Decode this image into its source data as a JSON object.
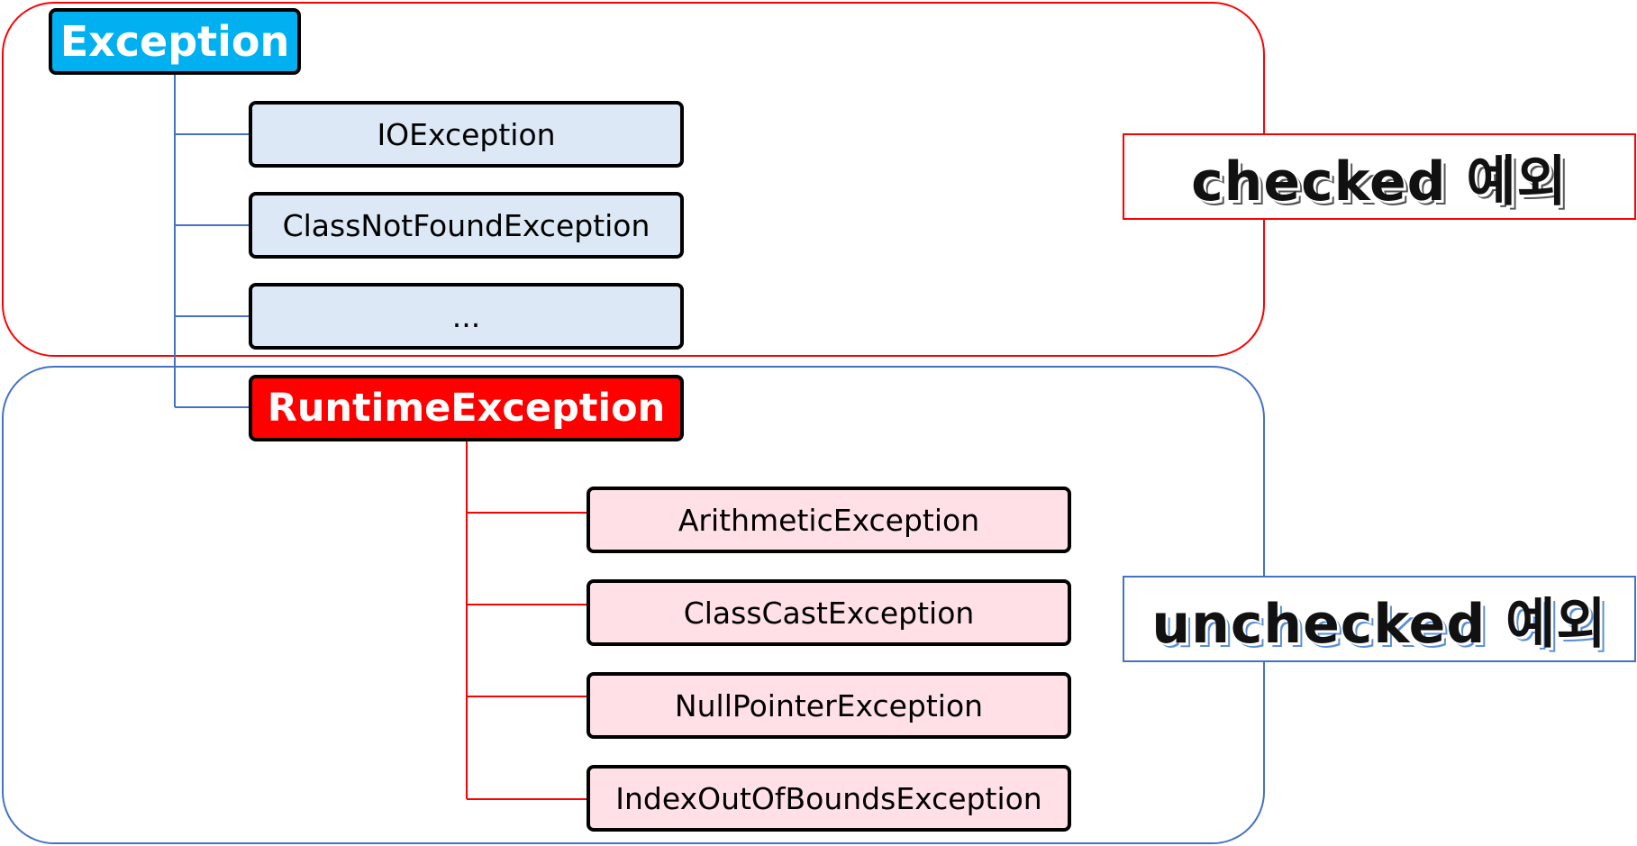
{
  "colors": {
    "checked_accent": "#ff0000",
    "unchecked_accent": "#4472c4",
    "root_fill": "#00b0f0",
    "checked_child_fill": "#dce8f5",
    "runtime_fill": "#ff0000",
    "unchecked_child_fill": "#ffe0e6"
  },
  "root": {
    "label": "Exception"
  },
  "checked_children": [
    {
      "label": "IOException"
    },
    {
      "label": "ClassNotFoundException"
    },
    {
      "label": "..."
    }
  ],
  "runtime": {
    "label": "RuntimeException"
  },
  "unchecked_children": [
    {
      "label": "ArithmeticException"
    },
    {
      "label": "ClassCastException"
    },
    {
      "label": "NullPointerException"
    },
    {
      "label": "IndexOutOfBoundsException"
    }
  ],
  "labels": {
    "checked": "checked 예외",
    "unchecked": "unchecked 예외"
  }
}
